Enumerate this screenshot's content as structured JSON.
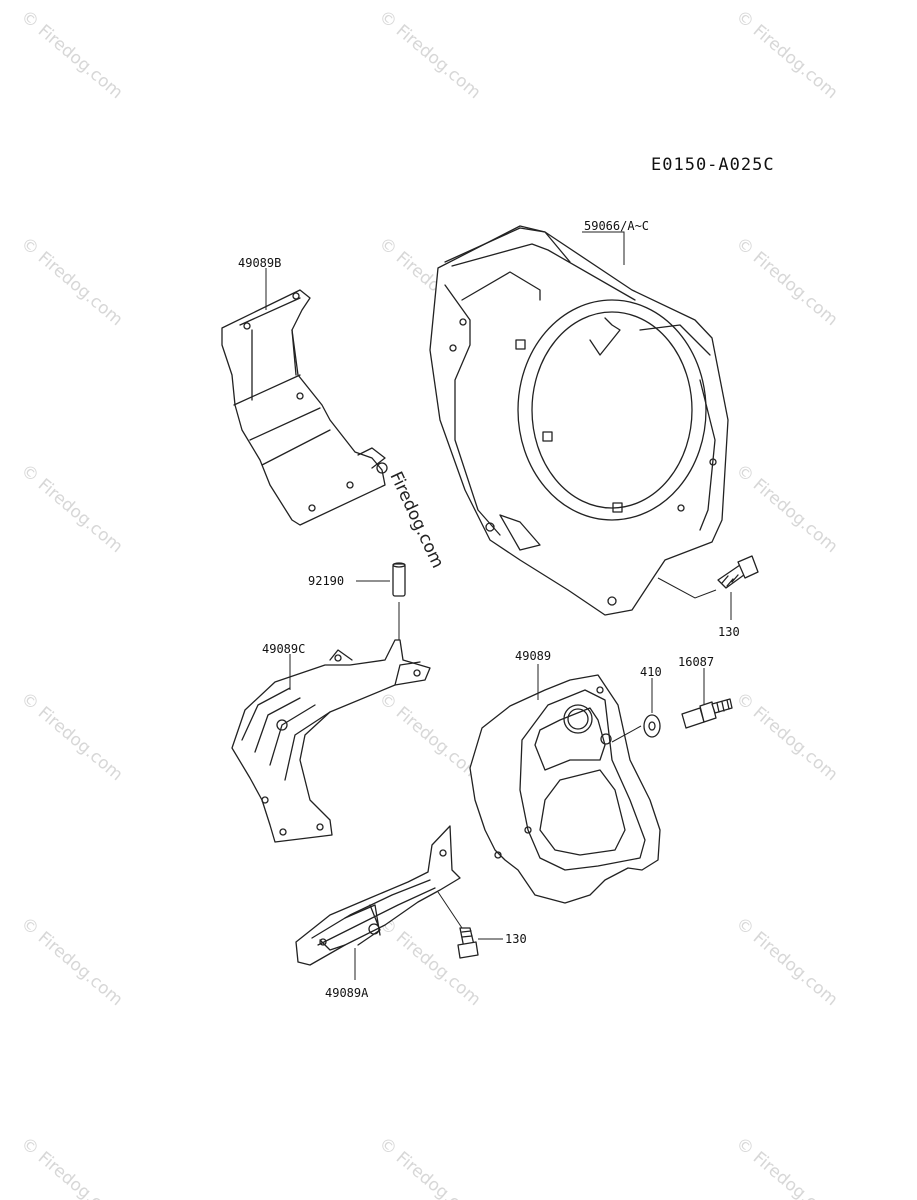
{
  "diagram_code": "E0150-A025C",
  "watermark": "© Firedog.com",
  "center_watermark": "Firedog.com",
  "labels": {
    "p59066": "59066/A~C",
    "p49089b": "49089B",
    "p92190": "92190",
    "p49089c": "49089C",
    "p49089": "49089",
    "p410": "410",
    "p16087": "16087",
    "p130_top": "130",
    "p130_bottom": "130",
    "p49089a": "49089A"
  }
}
